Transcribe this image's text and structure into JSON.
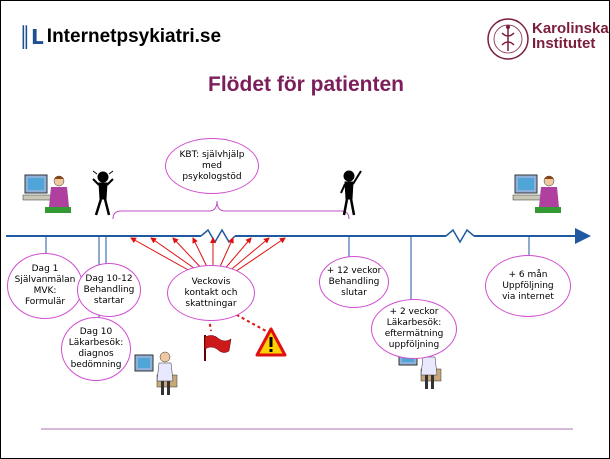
{
  "logo_left": {
    "text": "Internetpsykiatri.se"
  },
  "logo_right": {
    "line1": "Karolinska",
    "line2": "Institutet"
  },
  "title": "Flödet för patienten",
  "bubbles": {
    "kbt": "KBT: självhjälp\nmed\npsykologstöd",
    "dag1": "Dag 1\nSjälvanmälan\nMVK:\nFormulär",
    "dag10_12": "Dag 10-12\nBehandling\nstartar",
    "dag10": "Dag 10\nLäkarbesök:\ndiagnos\nbedömning",
    "veckovis": "Veckovis\nkontakt och\nskattningar",
    "v12": "+ 12 veckor\nBehandling\nslutar",
    "v2": "+ 2 veckor\nLäkarbesök:\neftermätning\nuppföljning",
    "m6": "+ 6 mån\nUppföljning\nvia internet"
  },
  "colors": {
    "timeline": "#1f5aa0",
    "arrows": "#e01010",
    "bubble_border": "#d04fd0",
    "brace": "#c050c0",
    "title": "#7b1e5a",
    "footer_line": "#b070b0"
  },
  "icons": [
    "computer-user-icon",
    "stressed-person-icon",
    "happy-person-icon",
    "doctor-icon",
    "flag-icon",
    "warning-icon"
  ]
}
